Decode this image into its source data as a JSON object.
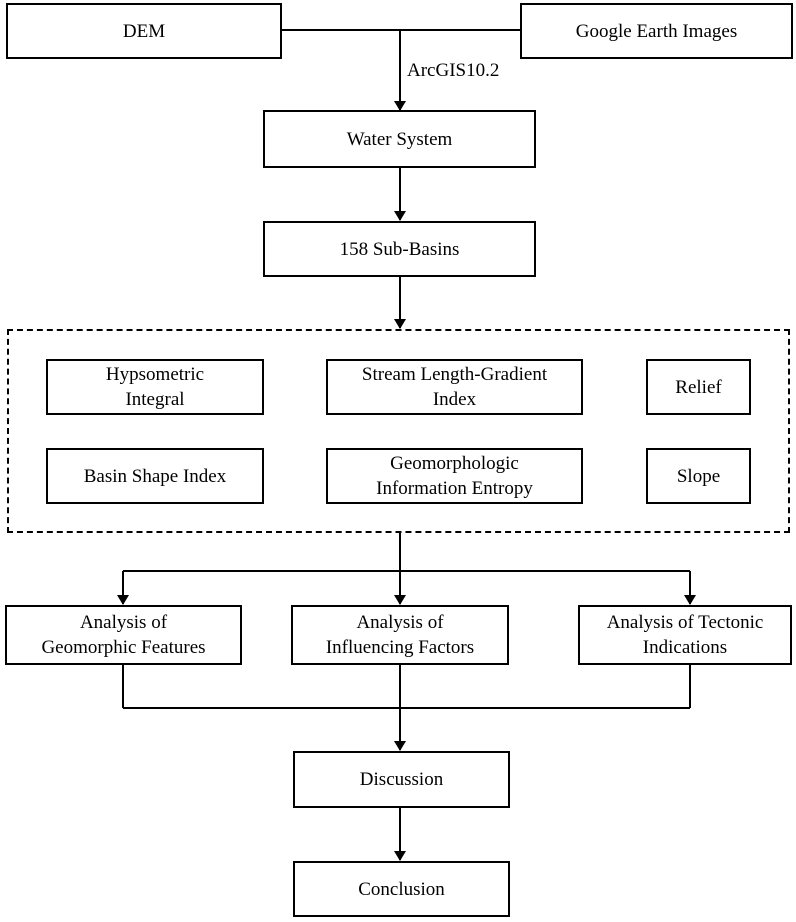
{
  "nodes": {
    "dem": "DEM",
    "google_earth": "Google Earth Images",
    "arcgis_label": "ArcGIS10.2",
    "water_system": "Water System",
    "sub_basins": "158 Sub-Basins",
    "indices": {
      "hypsometric": "Hypsometric\nIntegral",
      "stream_length": "Stream Length-Gradient\nIndex",
      "relief": "Relief",
      "basin_shape": "Basin Shape Index",
      "geomorphologic_entropy": "Geomorphologic\nInformation Entropy",
      "slope": "Slope"
    },
    "analysis": {
      "geomorphic": "Analysis of\nGeomorphic Features",
      "influencing": "Analysis of\nInfluencing Factors",
      "tectonic": "Analysis of Tectonic\nIndications"
    },
    "discussion": "Discussion",
    "conclusion": "Conclusion"
  }
}
